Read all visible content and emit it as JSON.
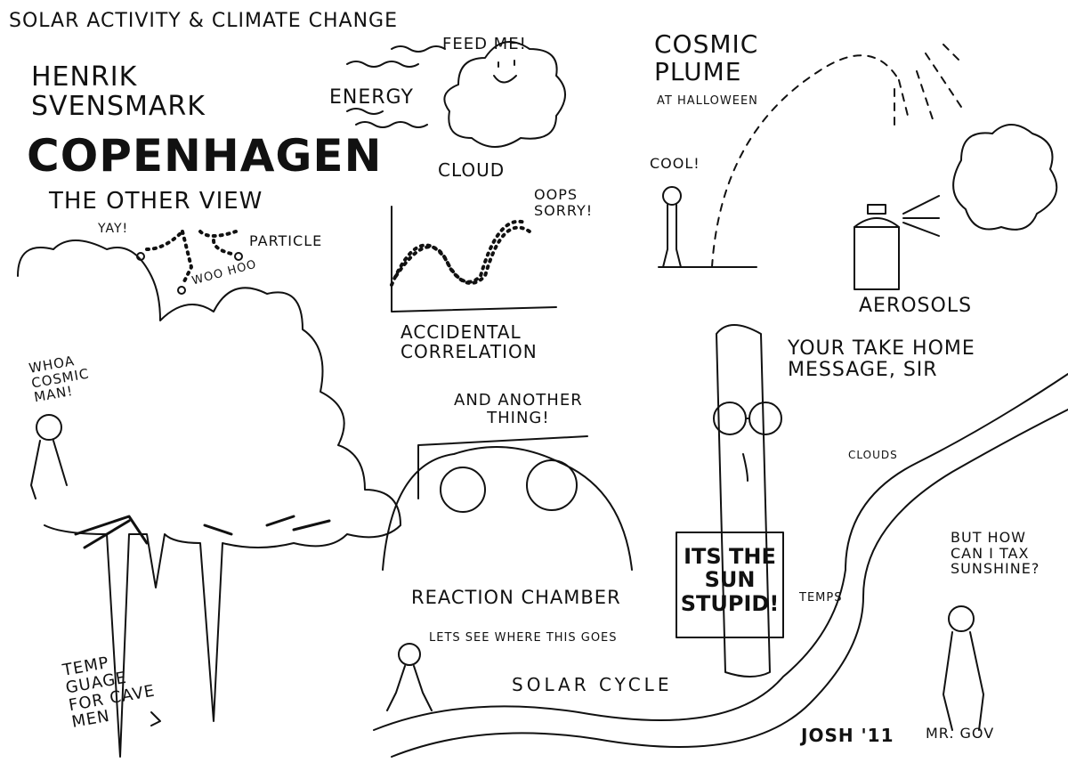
{
  "title": "Solar Activity & Climate Change",
  "header": {
    "name": "Henrik\nSvensmark",
    "city": "Copenhagen",
    "subtitle": "The other view"
  },
  "particles": {
    "yay": "Yay!",
    "particle": "Particle",
    "woohoo": "Woo hoo"
  },
  "cloud_panel": {
    "feed_me": "Feed me!",
    "energy": "Energy",
    "cloud": "Cloud"
  },
  "plume_panel": {
    "title": "Cosmic\nPlume",
    "subtitle": "at Halloween",
    "cool": "Cool!"
  },
  "aerosols": "Aerosols",
  "graph_panel": {
    "oops": "Oops\nSorry!",
    "caption": "Accidental\nCorrelation"
  },
  "cave_panel": {
    "whoa": "Whoa\nCosmic\nMan!",
    "gauge": "Temp\nGuage\nfor cave\nmen"
  },
  "sun_panel": {
    "speech": "Your take home\nmessage, Sir",
    "sign": "Its the\nSun\nStupid!"
  },
  "chamber_panel": {
    "speech": "And another\nthing!",
    "caption": "Reaction Chamber"
  },
  "cycle_panel": {
    "walker": "Lets see where this goes",
    "caption": "Solar cycle",
    "clouds": "Clouds",
    "temps": "Temps"
  },
  "gov_panel": {
    "speech": "But how\ncan I tax\nsunshine?",
    "name": "Mr. Gov"
  },
  "signature": "Josh '11"
}
